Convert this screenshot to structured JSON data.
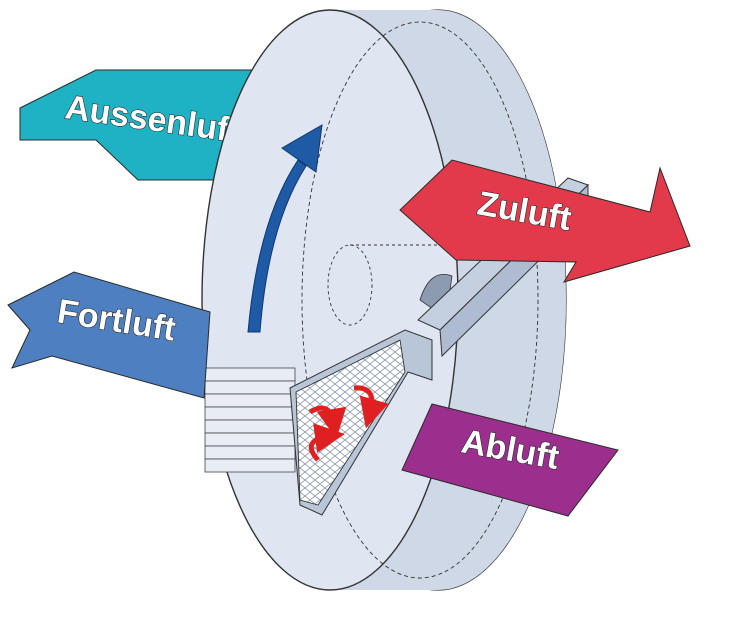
{
  "labels": {
    "outside_air": "Aussenluft",
    "supply_air": "Zuluft",
    "exhaust_air": "Fortluft",
    "extract_air": "Abluft"
  },
  "colors": {
    "outside_air": "#1fb2c4",
    "supply_air": "#e23a4b",
    "exhaust_air": "#4d7fc1",
    "extract_air": "#9c2f8e",
    "wheel_face": "#dfe6f1",
    "wheel_side": "#cfd8e6",
    "rotation_arrow": "#1f5aa6",
    "swirl": "#e02020",
    "matrix": "#b9c6d8"
  },
  "icons": {
    "rotation": "curved-up-arrow-icon",
    "swirl": "swirl-arrows-icon"
  }
}
